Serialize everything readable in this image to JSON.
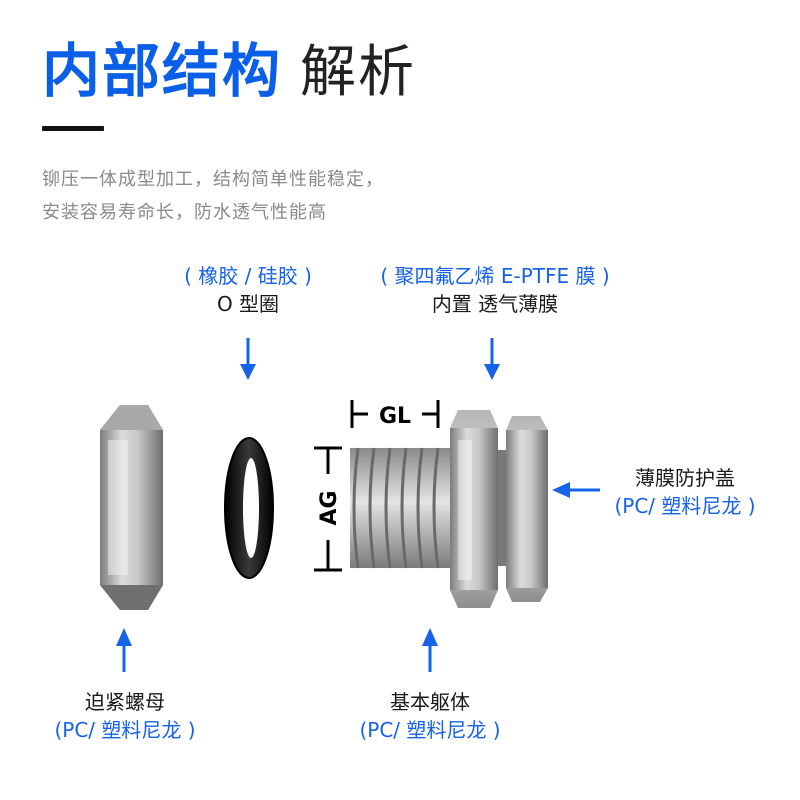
{
  "header": {
    "title_bold": "内部结构",
    "title_thin": "解析",
    "desc_line1": "铆压一体成型加工，结构简单性能稳定，",
    "desc_line2": "安装容易寿命长，防水透气性能高"
  },
  "labels": {
    "oring": {
      "material": "( 橡胶 / 硅胶 )",
      "name": "O 型圈"
    },
    "membrane": {
      "material": "( 聚四氟乙烯 E-PTFE 膜 )",
      "name": "内置 透气薄膜"
    },
    "cap": {
      "name": "薄膜防护盖",
      "material": "(PC/ 塑料尼龙 )"
    },
    "nut": {
      "name": "迫紧螺母",
      "material": "(PC/ 塑料尼龙 )"
    },
    "body": {
      "name": "基本躯体",
      "material": "(PC/ 塑料尼龙 )"
    }
  },
  "dimensions": {
    "gl": "GL",
    "ag": "AG"
  },
  "colors": {
    "accent": "#1662e8",
    "title_blue": "#0a5fe8",
    "desc_gray": "#8a8a8a"
  }
}
